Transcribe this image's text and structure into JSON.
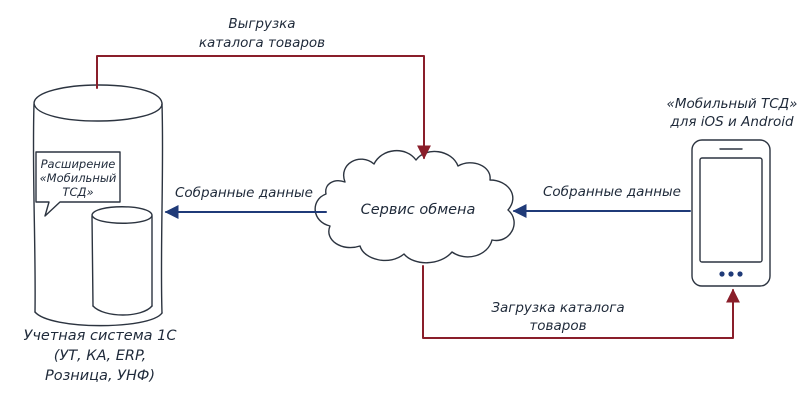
{
  "nodes": {
    "system": {
      "title": "Учетная система 1С",
      "subtitle": "(УТ, КА, ERP,",
      "subtitle2": "Розница, УНФ)"
    },
    "extension": {
      "line1": "Расширение",
      "line2": "«Мобильный",
      "line3": "ТСД»"
    },
    "service": {
      "label": "Сервис обмена"
    },
    "mobile": {
      "line1": "«Мобильный ТСД»",
      "line2": "для iOS и Android"
    }
  },
  "edges": {
    "export": {
      "line1": "Выгрузка",
      "line2": "каталога товаров"
    },
    "collected_left": {
      "label": "Собранные данные"
    },
    "collected_right": {
      "label": "Собранные данные"
    },
    "import": {
      "line1": "Загрузка каталога",
      "line2": "товаров"
    }
  },
  "colors": {
    "edge_blue": "#1f3a78",
    "edge_red": "#8a1e2a",
    "ink": "#2c3440",
    "text": "#1f2a3a"
  }
}
